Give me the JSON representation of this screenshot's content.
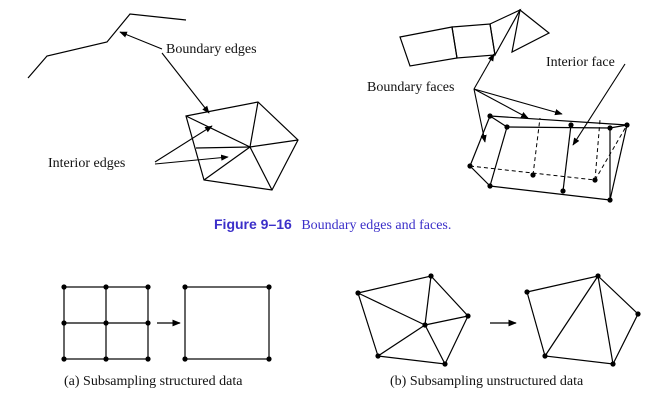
{
  "labels": {
    "boundary_edges": "Boundary edges",
    "interior_edges": "Interior edges",
    "boundary_faces": "Boundary faces",
    "interior_face": "Interior face"
  },
  "caption": {
    "figure_number": "Figure 9–16",
    "text": "Boundary edges and faces."
  },
  "subcaptions": {
    "a": "(a) Subsampling structured data",
    "b": "(b) Subsampling unstructured data"
  },
  "colors": {
    "caption": "#3b2fc9",
    "ink": "#000000"
  }
}
